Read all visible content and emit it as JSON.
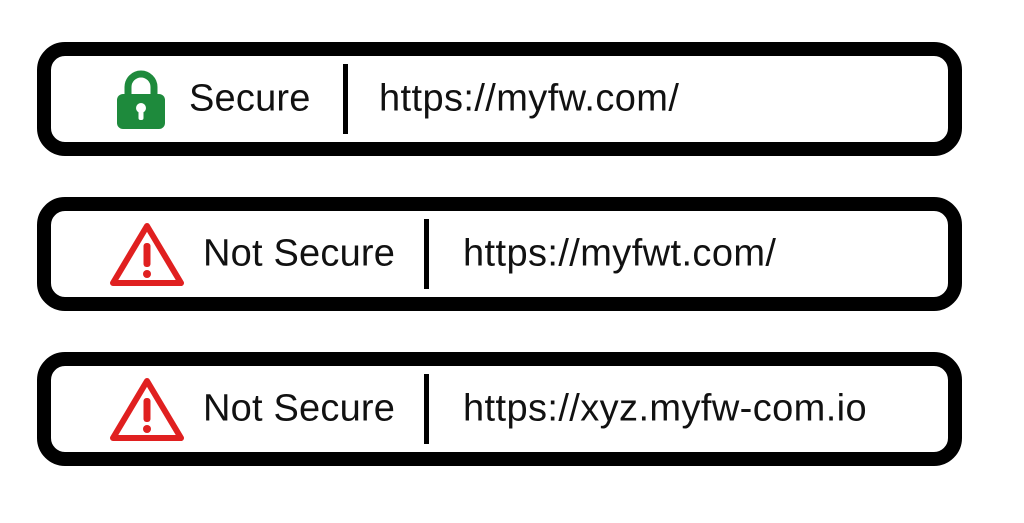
{
  "colors": {
    "bar_border": "#000000",
    "secure_icon": "#1e8a3c",
    "warning_icon": "#e02020",
    "text": "#111111"
  },
  "address_bars": [
    {
      "icon": "lock-icon",
      "status": "Secure",
      "url": "https://myfw.com/"
    },
    {
      "icon": "warning-icon",
      "status": "Not Secure",
      "url": "https://myfwt.com/"
    },
    {
      "icon": "warning-icon",
      "status": "Not Secure",
      "url": "https://xyz.myfw-com.io"
    }
  ]
}
